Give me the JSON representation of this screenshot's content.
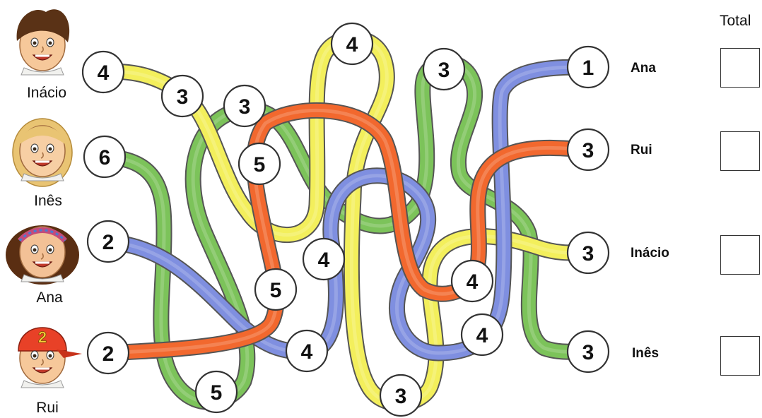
{
  "total_header": "Total",
  "kids_left": [
    {
      "name": "Inácio",
      "icon": "boy-spiky-hair-avatar-icon",
      "skin": "#f6c89a",
      "hair": "#5a3216",
      "shirt": "#ffffff"
    },
    {
      "name": "Inês",
      "icon": "girl-blonde-avatar-icon",
      "skin": "#f7cfa4",
      "hair": "#e9c473",
      "shirt": "#ffffff"
    },
    {
      "name": "Ana",
      "icon": "girl-headband-avatar-icon",
      "skin": "#f3c196",
      "hair": "#5a2e12",
      "shirt": "#ffffff"
    },
    {
      "name": "Rui",
      "icon": "boy-red-cap-avatar-icon",
      "skin": "#f6c89a",
      "hair": "#5a3216",
      "cap": "#e84127",
      "cap_number": "2"
    }
  ],
  "right_labels": [
    "Ana",
    "Rui",
    "Inácio",
    "Inês"
  ],
  "start_numbers": [
    "4",
    "6",
    "2",
    "2"
  ],
  "end_numbers": [
    "1",
    "3",
    "3",
    "3"
  ],
  "path_numbers": {
    "yellow": [
      "3",
      "4",
      "3"
    ],
    "green": [
      "5",
      "3",
      "3"
    ],
    "blue": [
      "4",
      "4",
      "4"
    ],
    "orange": [
      "5",
      "5",
      "4"
    ]
  },
  "colors": {
    "yellow": "#f3ef5c",
    "green": "#7cc35a",
    "blue": "#7f8fe0",
    "orange": "#f2682e",
    "outline": "#555555"
  }
}
